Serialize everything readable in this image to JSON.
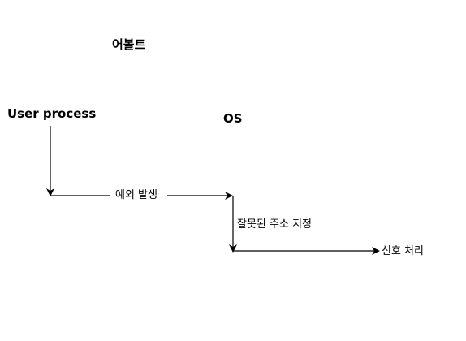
{
  "diagram": {
    "title": "어볼트",
    "nodes": {
      "user_process": "User process",
      "os": "OS"
    },
    "edges": {
      "exception": "예외 발생",
      "bad_address": "잘못된 주소 지정",
      "signal": "신호 처리"
    },
    "colors": {
      "line": "#000000",
      "background": "#ffffff"
    }
  }
}
